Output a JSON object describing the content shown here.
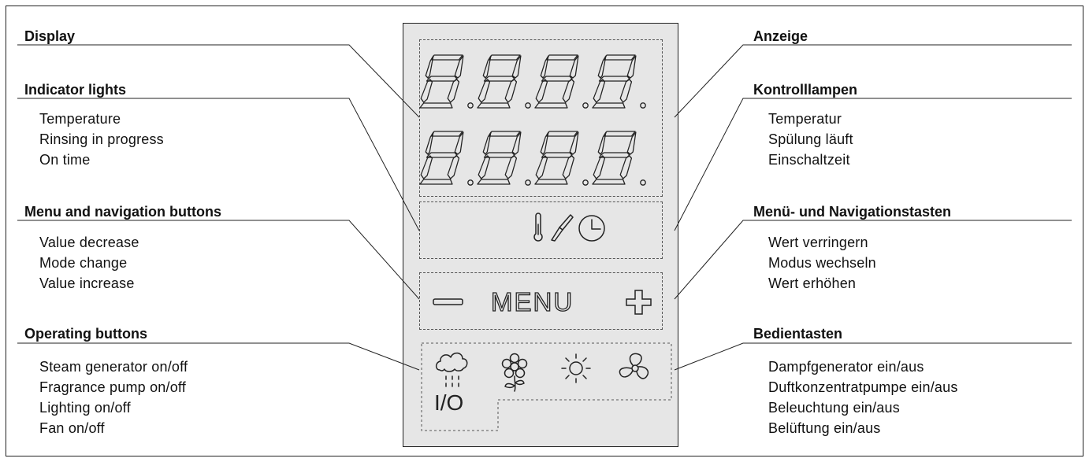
{
  "left": {
    "display": {
      "title": "Display"
    },
    "indicators": {
      "title": "Indicator lights",
      "items": [
        "Temperature",
        "Rinsing in progress",
        "On time"
      ]
    },
    "menu": {
      "title": "Menu and navigation buttons",
      "items": [
        "Value decrease",
        "Mode change",
        "Value increase"
      ]
    },
    "operating": {
      "title": "Operating buttons",
      "items": [
        "Steam generator on/off",
        "Fragrance pump on/off",
        "Lighting on/off",
        "Fan on/off"
      ]
    }
  },
  "right": {
    "display": {
      "title": "Anzeige"
    },
    "indicators": {
      "title": "Kontrolllampen",
      "items": [
        "Temperatur",
        "Spülung läuft",
        "Einschaltzeit"
      ]
    },
    "menu": {
      "title": "Menü- und Navigationstasten",
      "items": [
        "Wert verringern",
        "Modus wechseln",
        "Wert erhöhen"
      ]
    },
    "operating": {
      "title": "Bedientasten",
      "items": [
        "Dampfgenerator ein/aus",
        "Duftkonzentratpumpe ein/aus",
        "Beleuchtung ein/aus",
        "Belüftung ein/aus"
      ]
    }
  },
  "panel": {
    "menu_label": "MENU",
    "io_label": "I/O",
    "indicator_icons": [
      "thermometer-icon",
      "brush-icon",
      "clock-icon"
    ],
    "operating_icons": [
      "steam-cloud-icon",
      "flower-icon",
      "sun-icon",
      "fan-icon"
    ],
    "navigation_icons": [
      "minus-icon",
      "plus-icon"
    ],
    "colors": {
      "panel_bg": "#e6e6e6",
      "line": "#222222"
    }
  }
}
